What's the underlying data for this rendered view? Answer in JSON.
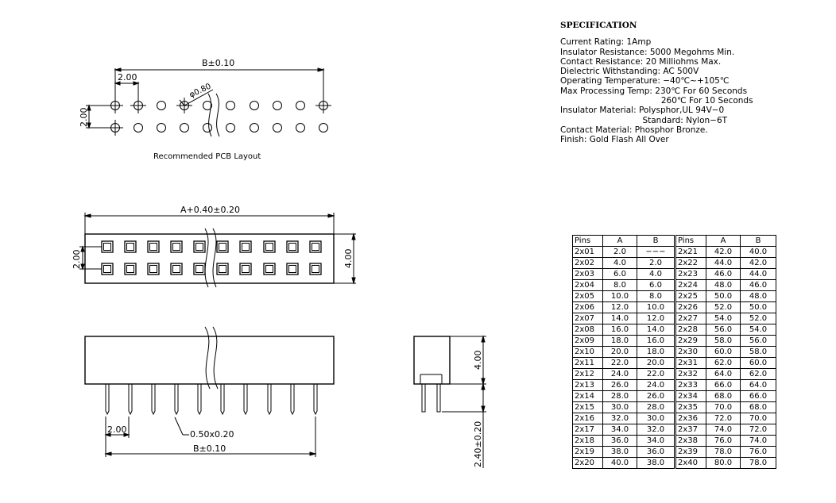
{
  "spec": {
    "title": "SPECIFICATION",
    "lines": [
      "Current Rating: 1Amp",
      "Insulator Resistance: 5000 Megohms Min.",
      "Contact Resistance: 20 Milliohms Max.",
      "Dielectric Withstanding: AC 500V",
      "Operating Temperature: −40℃~+105℃",
      "Max Processing Temp: 230℃ For 60 Seconds",
      "                                      260℃ For 10 Seconds",
      "Insulator Material: Polysphor,UL 94V−0",
      "                               Standard: Nylon−6T",
      "Contact Material: Phosphor Bronze.",
      "Finish: Gold Flash All Over"
    ]
  },
  "labels": {
    "pcb_b": "B±0.10",
    "pcb_pitch": "2.00",
    "pcb_row": "2.00",
    "pcb_hole": "φ0.80",
    "pcb_caption": "Recommended PCB Layout",
    "top_a": "A+0.40±0.20",
    "top_row": "2.00",
    "top_height": "4.00",
    "front_pitch": "2.00",
    "front_pin": "0.50x0.20",
    "front_b": "B±0.10",
    "side_height": "4.00",
    "side_pin": "2.40±0.20"
  },
  "table": {
    "headers": [
      "Pins",
      "A",
      "B",
      "Pins",
      "A",
      "B"
    ],
    "rows": [
      [
        "2x01",
        "2.0",
        "−−−",
        "2x21",
        "42.0",
        "40.0"
      ],
      [
        "2x02",
        "4.0",
        "2.0",
        "2x22",
        "44.0",
        "42.0"
      ],
      [
        "2x03",
        "6.0",
        "4.0",
        "2x23",
        "46.0",
        "44.0"
      ],
      [
        "2x04",
        "8.0",
        "6.0",
        "2x24",
        "48.0",
        "46.0"
      ],
      [
        "2x05",
        "10.0",
        "8.0",
        "2x25",
        "50.0",
        "48.0"
      ],
      [
        "2x06",
        "12.0",
        "10.0",
        "2x26",
        "52.0",
        "50.0"
      ],
      [
        "2x07",
        "14.0",
        "12.0",
        "2x27",
        "54.0",
        "52.0"
      ],
      [
        "2x08",
        "16.0",
        "14.0",
        "2x28",
        "56.0",
        "54.0"
      ],
      [
        "2x09",
        "18.0",
        "16.0",
        "2x29",
        "58.0",
        "56.0"
      ],
      [
        "2x10",
        "20.0",
        "18.0",
        "2x30",
        "60.0",
        "58.0"
      ],
      [
        "2x11",
        "22.0",
        "20.0",
        "2x31",
        "62.0",
        "60.0"
      ],
      [
        "2x12",
        "24.0",
        "22.0",
        "2x32",
        "64.0",
        "62.0"
      ],
      [
        "2x13",
        "26.0",
        "24.0",
        "2x33",
        "66.0",
        "64.0"
      ],
      [
        "2x14",
        "28.0",
        "26.0",
        "2x34",
        "68.0",
        "66.0"
      ],
      [
        "2x15",
        "30.0",
        "28.0",
        "2x35",
        "70.0",
        "68.0"
      ],
      [
        "2x16",
        "32.0",
        "30.0",
        "2x36",
        "72.0",
        "70.0"
      ],
      [
        "2x17",
        "34.0",
        "32.0",
        "2x37",
        "74.0",
        "72.0"
      ],
      [
        "2x18",
        "36.0",
        "34.0",
        "2x38",
        "76.0",
        "74.0"
      ],
      [
        "2x19",
        "38.0",
        "36.0",
        "2x39",
        "78.0",
        "76.0"
      ],
      [
        "2x20",
        "40.0",
        "38.0",
        "2x40",
        "80.0",
        "78.0"
      ]
    ]
  }
}
